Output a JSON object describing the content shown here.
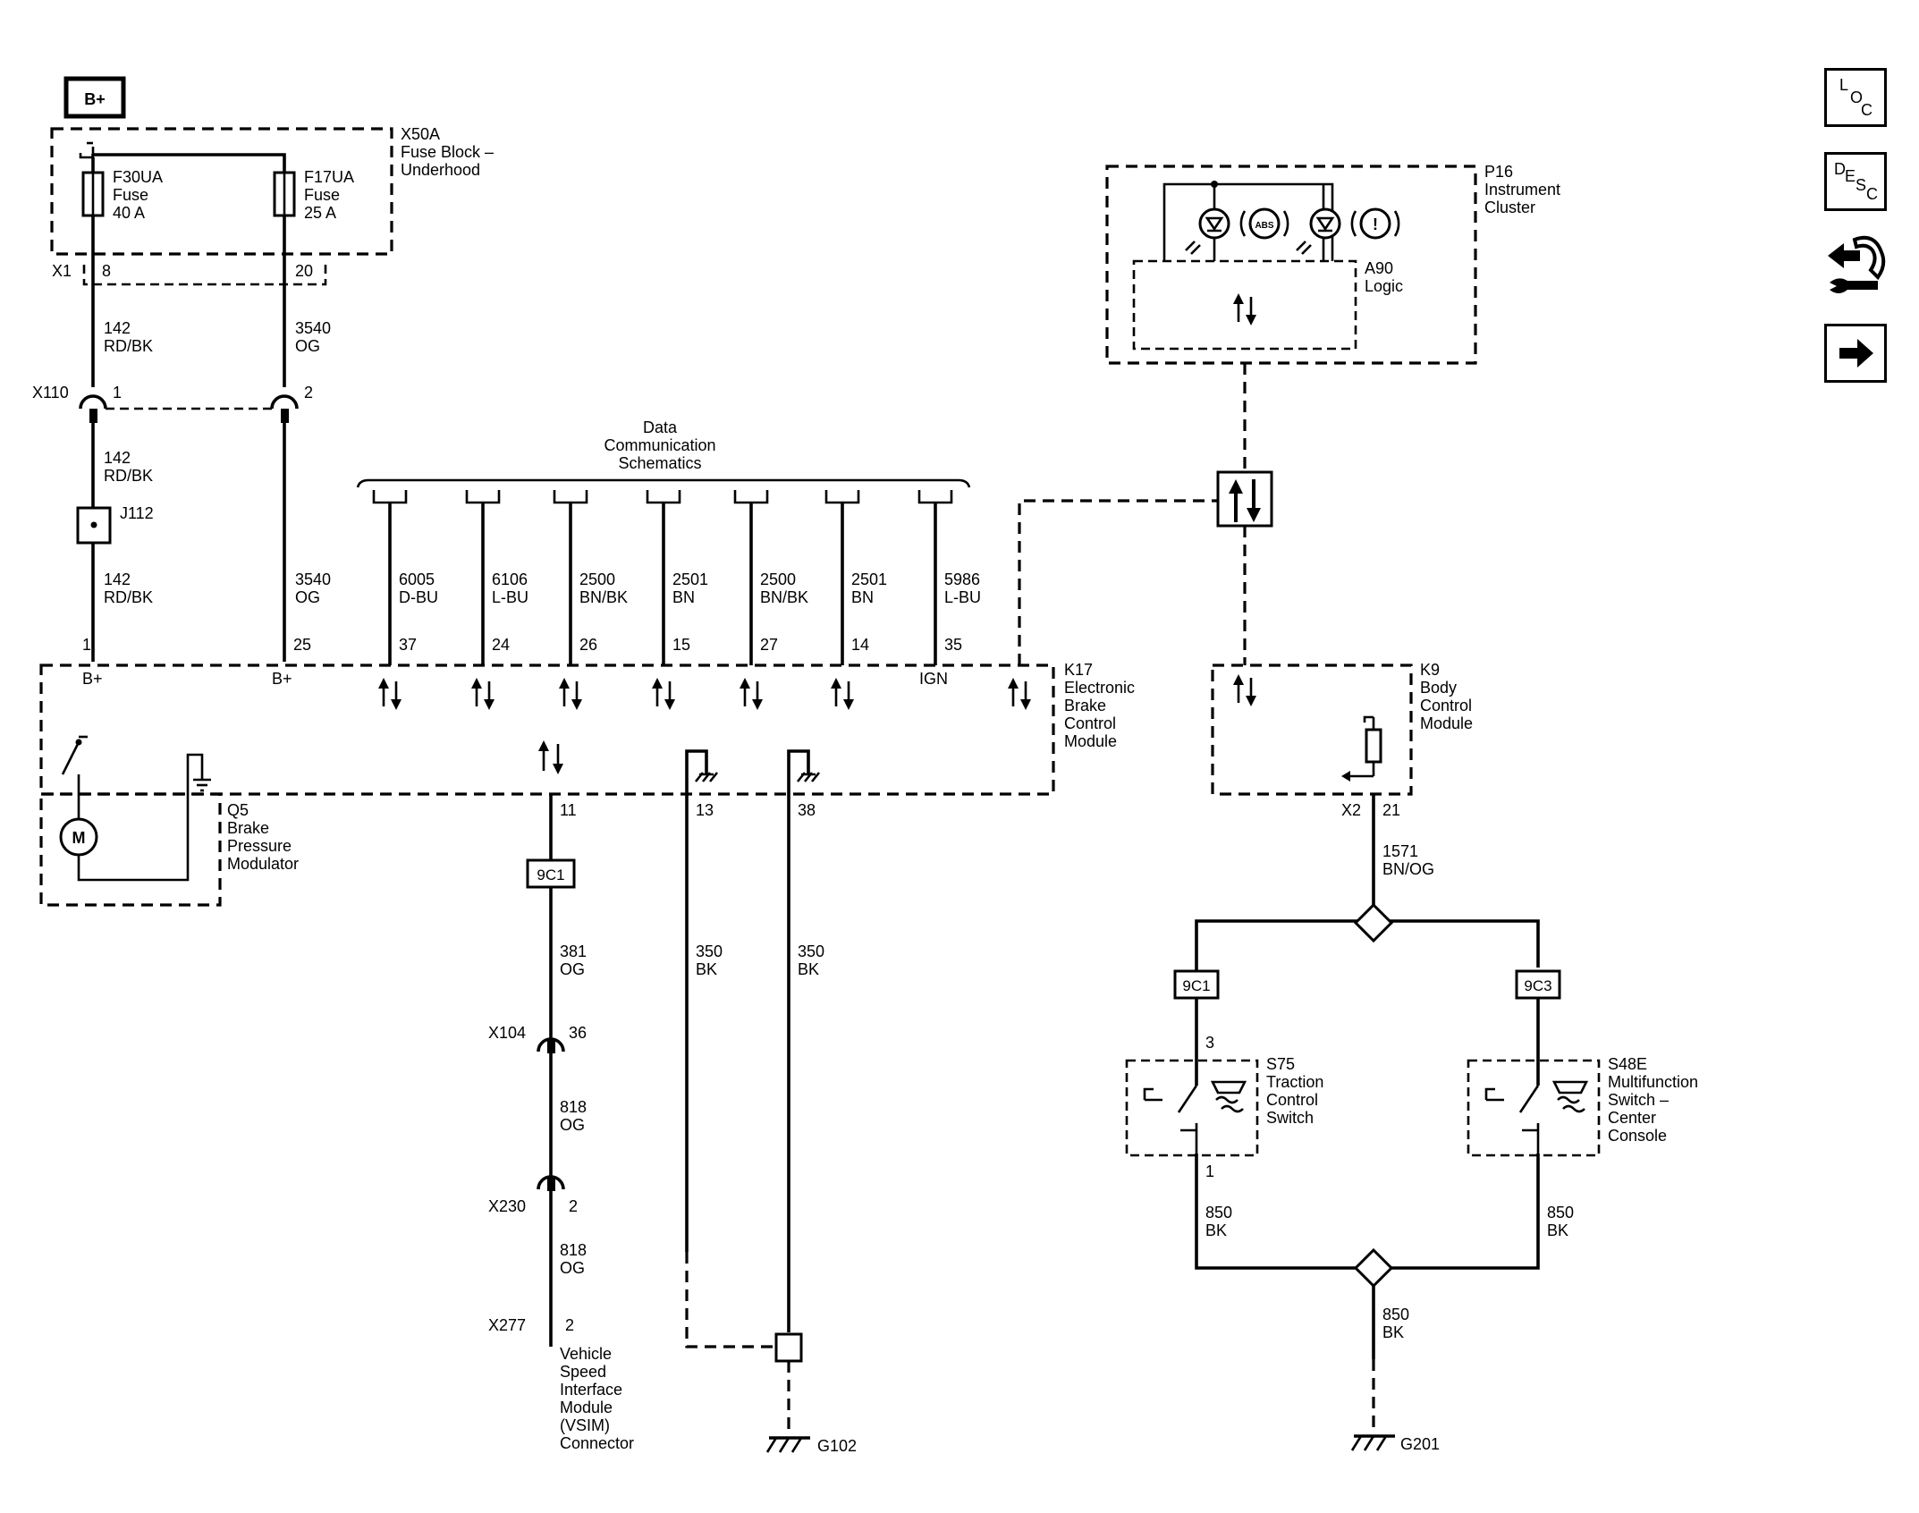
{
  "battery": "B+",
  "fuse_block": {
    "id": "X50A",
    "name_lines": [
      "Fuse Block –",
      "Underhood"
    ]
  },
  "fuse_f30": {
    "id": "F30UA",
    "type": "Fuse",
    "rating": "40 A"
  },
  "fuse_f17": {
    "id": "F17UA",
    "type": "Fuse",
    "rating": "25 A"
  },
  "conn_x1": {
    "id": "X1",
    "pin_a": "8",
    "pin_b": "20"
  },
  "wire_142": {
    "circuit": "142",
    "color": "RD/BK"
  },
  "wire_3540": {
    "circuit": "3540",
    "color": "OG"
  },
  "conn_x110": {
    "id": "X110",
    "pin_a": "1",
    "pin_b": "2"
  },
  "splice_j112": "J112",
  "data_comm": {
    "lines": [
      "Data",
      "Communication",
      "Schematics"
    ]
  },
  "data_wires": [
    {
      "circuit": "6005",
      "color": "D-BU",
      "pin": "37"
    },
    {
      "circuit": "6106",
      "color": "L-BU",
      "pin": "24"
    },
    {
      "circuit": "2500",
      "color": "BN/BK",
      "pin": "26"
    },
    {
      "circuit": "2501",
      "color": "BN",
      "pin": "15"
    },
    {
      "circuit": "2500",
      "color": "BN/BK",
      "pin": "27"
    },
    {
      "circuit": "2501",
      "color": "BN",
      "pin": "14"
    },
    {
      "circuit": "5986",
      "color": "L-BU",
      "pin": "35"
    }
  ],
  "ebcm": {
    "id": "K17",
    "name_lines": [
      "Electronic",
      "Brake",
      "Control",
      "Module"
    ],
    "pin_bplus_a": "1",
    "pin_bplus_b": "25",
    "bplus": "B+",
    "ign": "IGN"
  },
  "modulator": {
    "id": "Q5",
    "name_lines": [
      "Brake",
      "Pressure",
      "Modulator"
    ],
    "motor": "M"
  },
  "vsim_path": {
    "pin_out": "11",
    "inline": "9C1",
    "wire_a": {
      "circuit": "381",
      "color": "OG"
    },
    "x104": {
      "id": "X104",
      "pin": "36"
    },
    "wire_b": {
      "circuit": "818",
      "color": "OG"
    },
    "x230": {
      "id": "X230",
      "pin": "2"
    },
    "wire_c": {
      "circuit": "818",
      "color": "OG"
    },
    "x277": {
      "id": "X277",
      "pin": "2"
    },
    "dest_lines": [
      "Vehicle",
      "Speed",
      "Interface",
      "Module",
      "(VSIM)",
      "Connector"
    ]
  },
  "ground_a": {
    "pin": "13",
    "circuit": "350",
    "color": "BK"
  },
  "ground_b": {
    "pin": "38",
    "circuit": "350",
    "color": "BK"
  },
  "ground_g102": "G102",
  "cluster": {
    "id": "P16",
    "name_lines": [
      "Instrument",
      "Cluster"
    ],
    "abs": "ABS",
    "brake": "!"
  },
  "logic": {
    "id": "A90",
    "name": "Logic"
  },
  "bcm": {
    "id": "K9",
    "name_lines": [
      "Body",
      "Control",
      "Module"
    ],
    "conn": "X2",
    "pin": "21"
  },
  "wire_1571": {
    "circuit": "1571",
    "color": "BN/OG"
  },
  "inline_9c1_r": "9C1",
  "inline_9c3": "9C3",
  "s75": {
    "id": "S75",
    "name_lines": [
      "Traction",
      "Control",
      "Switch"
    ],
    "pin_top": "3",
    "pin_bot": "1"
  },
  "s48e": {
    "id": "S48E",
    "name_lines": [
      "Multifunction",
      "Switch –",
      "Center",
      "Console"
    ]
  },
  "wire_850": {
    "circuit": "850",
    "color": "BK"
  },
  "ground_g201": "G201",
  "nav": {
    "loc": [
      "L",
      "O",
      "C"
    ],
    "desc": [
      "D",
      "E",
      "S",
      "C"
    ]
  }
}
